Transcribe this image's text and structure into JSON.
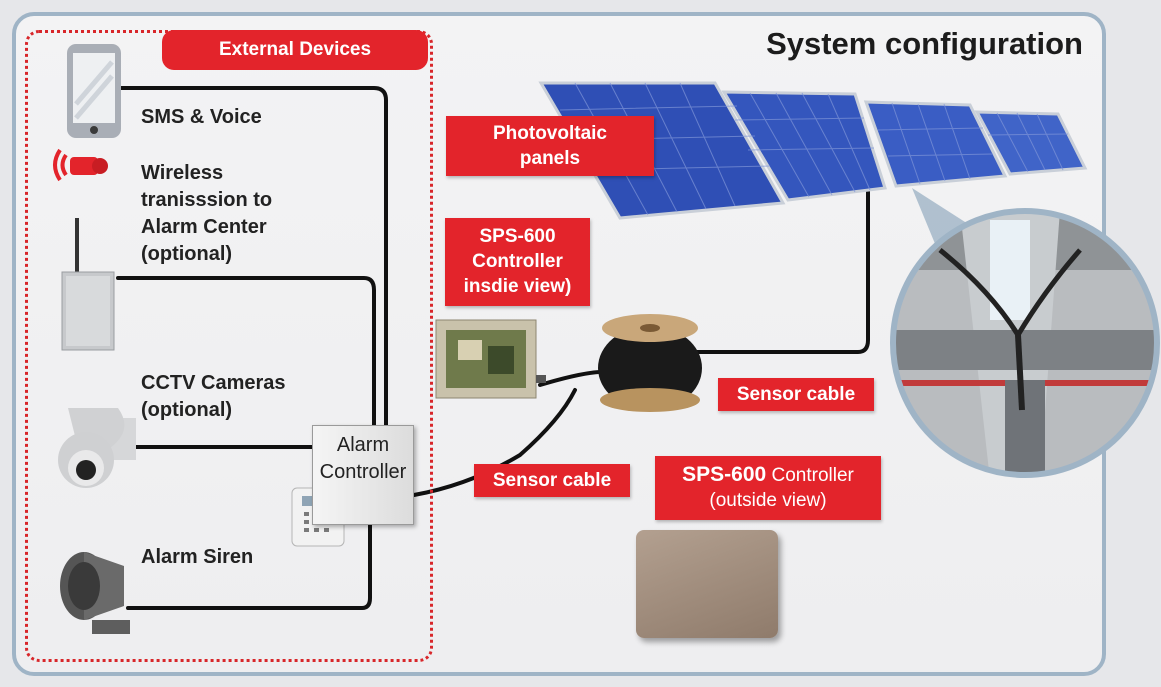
{
  "title": "System configuration",
  "external_devices": {
    "header": "External Devices",
    "sms_voice": "SMS & Voice",
    "wireless": [
      "Wireless",
      "tranisssion to",
      "Alarm Center",
      "(optional)"
    ],
    "cctv": [
      "CCTV Cameras",
      "(optional)"
    ],
    "siren": "Alarm Siren"
  },
  "alarm_controller": [
    "Alarm",
    "Controller"
  ],
  "labels": {
    "photovoltaic": [
      "Photovoltaic",
      "panels"
    ],
    "sps_inside": [
      "SPS-600",
      "Controller",
      "insdie view)"
    ],
    "sensor_cable_right": "Sensor cable",
    "sensor_cable_left": "Sensor cable",
    "sps_outside_bold": "SPS-600",
    "sps_outside_rest": " Controller",
    "sps_outside_line2": "(outside view)"
  },
  "colors": {
    "accent_red": "#e3242b",
    "frame": "#9fb4c6",
    "panel_blue": "#2f4fb5"
  },
  "icons": [
    "phone-icon",
    "wireless-signal-icon",
    "transmitter-icon",
    "camera-icon",
    "siren-icon",
    "keypad-icon"
  ]
}
